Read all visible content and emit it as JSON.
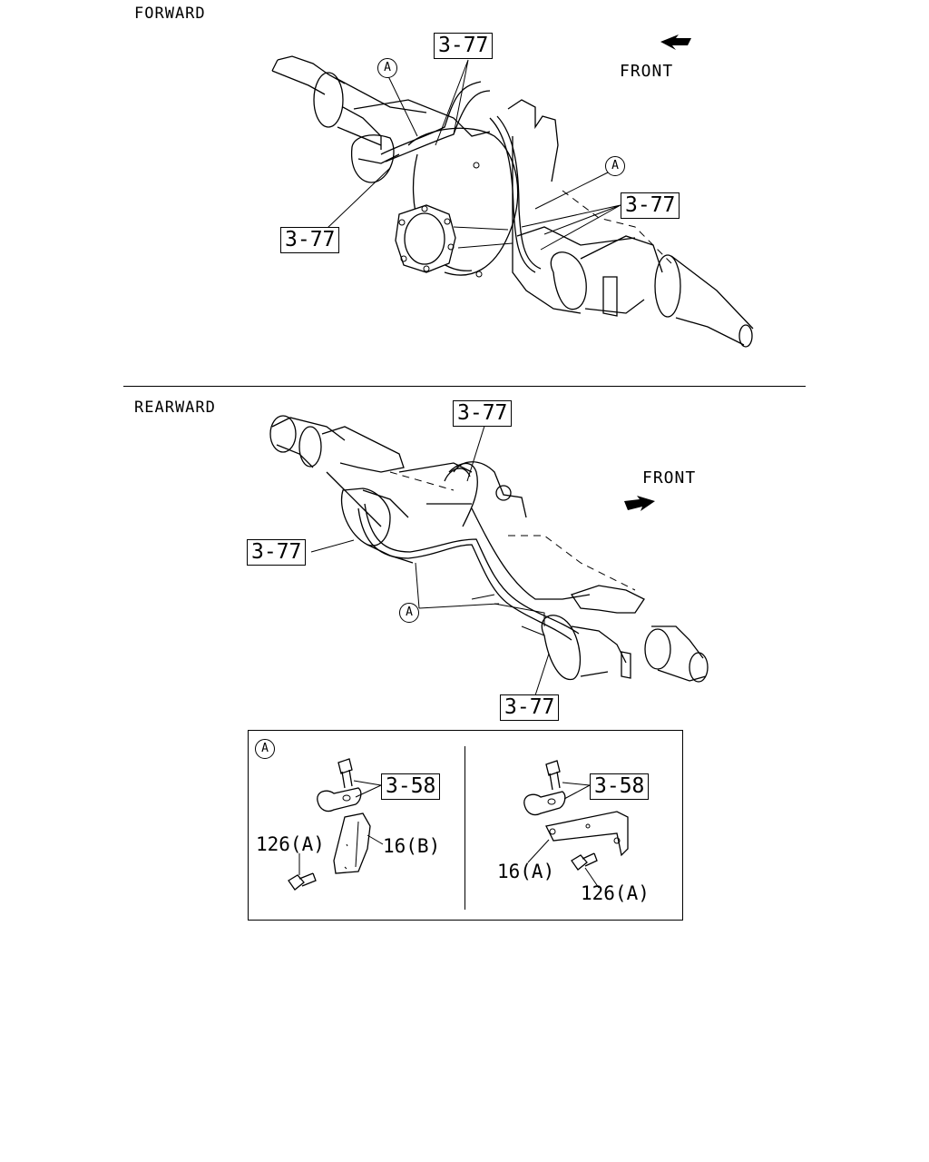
{
  "forward": {
    "title": "FORWARD",
    "front_label": "FRONT",
    "callouts": [
      "3-77",
      "3-77",
      "3-77"
    ],
    "marker": "A"
  },
  "rearward": {
    "title": "REARWARD",
    "front_label": "FRONT",
    "callouts": [
      "3-77",
      "3-77",
      "3-77"
    ],
    "marker": "A"
  },
  "detail": {
    "marker": "A",
    "left": {
      "callout": "3-58",
      "bolt_label": "126(A)",
      "bracket_label": "16(B)"
    },
    "right": {
      "callout": "3-58",
      "bracket_label": "16(A)",
      "bolt_label": "126(A)"
    }
  },
  "icons": [
    "front-arrow-icon",
    "front-arrow-icon"
  ],
  "colors": {
    "line": "#000000",
    "background": "#ffffff"
  }
}
